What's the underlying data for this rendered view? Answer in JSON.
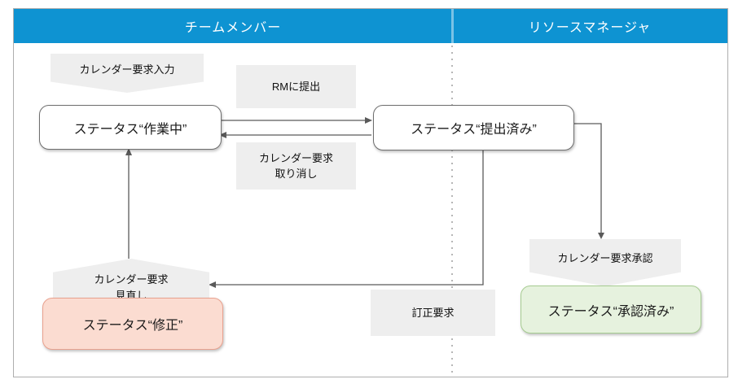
{
  "header": {
    "team_member": "チームメンバー",
    "resource_manager": "リソースマネージャ"
  },
  "states": {
    "working": "ステータス“作業中”",
    "submitted": "ステータス“提出済み”",
    "revision": "ステータス“修正”",
    "approved": "ステータス“承認済み”"
  },
  "actions": {
    "calendar_request_input": "カレンダー要求入力",
    "submit_to_rm": "RMに提出",
    "calendar_request_cancel_line1": "カレンダー要求",
    "calendar_request_cancel_line2": "取り消し",
    "calendar_request_approve": "カレンダー要求承認",
    "calendar_request_review_line1": "カレンダー要求",
    "calendar_request_review_line2": "見直し",
    "correction_request": "訂正要求"
  },
  "edges": [
    {
      "from": "working",
      "to": "submitted",
      "label": "RMに提出"
    },
    {
      "from": "submitted",
      "to": "working",
      "label": "カレンダー要求取り消し"
    },
    {
      "from": "submitted",
      "to": "approved",
      "label": "カレンダー要求承認"
    },
    {
      "from": "submitted",
      "to": "revision",
      "label": "訂正要求 / カレンダー要求見直し"
    },
    {
      "from": "revision",
      "to": "working",
      "label": "カレンダー要求見直し"
    }
  ],
  "colors": {
    "header_bg": "#0E93D2",
    "header_text": "#FFFFFF",
    "label_bg": "#EEEEEE",
    "state_border": "#6E6E6E",
    "revision_bg": "#FBDCD1",
    "revision_border": "#E9A18E",
    "approved_bg": "#E6F2DE",
    "approved_border": "#A6CC91",
    "arrow": "#5A5A5A",
    "divider_dots": "#9E9E9E"
  }
}
